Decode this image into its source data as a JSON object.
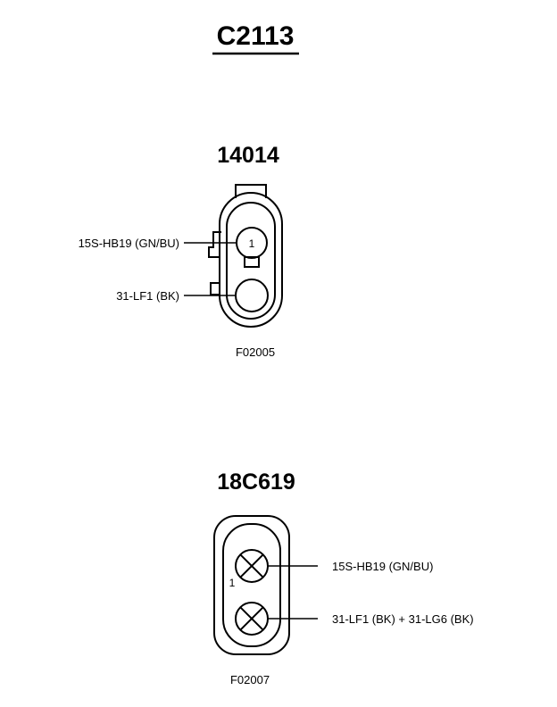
{
  "title": "C2113",
  "connector_top": {
    "part": "14014",
    "code": "F02005",
    "pin_number": "1",
    "wires": [
      "15S-HB19 (GN/BU)",
      "31-LF1 (BK)"
    ]
  },
  "connector_bottom": {
    "part": "18C619",
    "code": "F02007",
    "pin_number": "1",
    "wires": [
      "15S-HB19 (GN/BU)",
      "31-LF1 (BK) + 31-LG6 (BK)"
    ]
  }
}
